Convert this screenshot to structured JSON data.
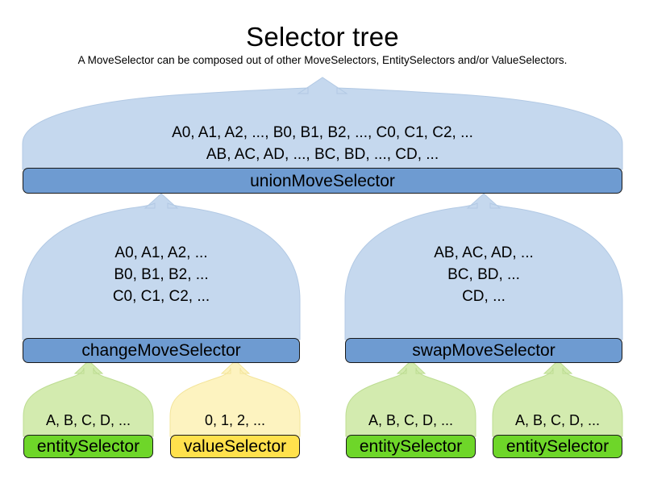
{
  "header": {
    "title": "Selector tree",
    "subtitle": "A MoveSelector can be composed out of other MoveSelectors, EntitySelectors and/or ValueSelectors."
  },
  "colors": {
    "blue_bar": "#6e9bd1",
    "blue_balloon": "#c5d8ee",
    "green_bar": "#6ed629",
    "green_balloon": "#d3ebaf",
    "yellow_bar": "#ffe14d",
    "yellow_balloon": "#fdf3c0",
    "border": "#1a1a1a",
    "background": "#ffffff"
  },
  "nodes": {
    "union": {
      "label": "unionMoveSelector",
      "type": "move-selector",
      "lines": [
        "A0, A1, A2, ..., B0, B1, B2, ..., C0, C1, C2, ...",
        "AB, AC, AD, ..., BC, BD, ..., CD, ..."
      ]
    },
    "change": {
      "label": "changeMoveSelector",
      "type": "move-selector",
      "lines": [
        "A0, A1, A2, ...",
        "B0, B1, B2, ...",
        "C0, C1, C2, ...",
        "",
        "..."
      ]
    },
    "swap": {
      "label": "swapMoveSelector",
      "type": "move-selector",
      "lines": [
        "AB, AC, AD, ...",
        "BC, BD, ...",
        "CD, ...",
        "",
        "..."
      ]
    },
    "entity_change": {
      "label": "entitySelector",
      "type": "entity-selector",
      "lines": [
        "A, B, C, D, ..."
      ]
    },
    "value_change": {
      "label": "valueSelector",
      "type": "value-selector",
      "lines": [
        "0, 1, 2, ..."
      ]
    },
    "entity_swap_left": {
      "label": "entitySelector",
      "type": "entity-selector",
      "lines": [
        "A, B, C, D, ..."
      ]
    },
    "entity_swap_right": {
      "label": "entitySelector",
      "type": "entity-selector",
      "lines": [
        "A, B, C, D, ..."
      ]
    }
  },
  "edges": [
    {
      "from": "change",
      "to": "union"
    },
    {
      "from": "swap",
      "to": "union"
    },
    {
      "from": "entity_change",
      "to": "change"
    },
    {
      "from": "value_change",
      "to": "change"
    },
    {
      "from": "entity_swap_left",
      "to": "swap"
    },
    {
      "from": "entity_swap_right",
      "to": "swap"
    }
  ]
}
